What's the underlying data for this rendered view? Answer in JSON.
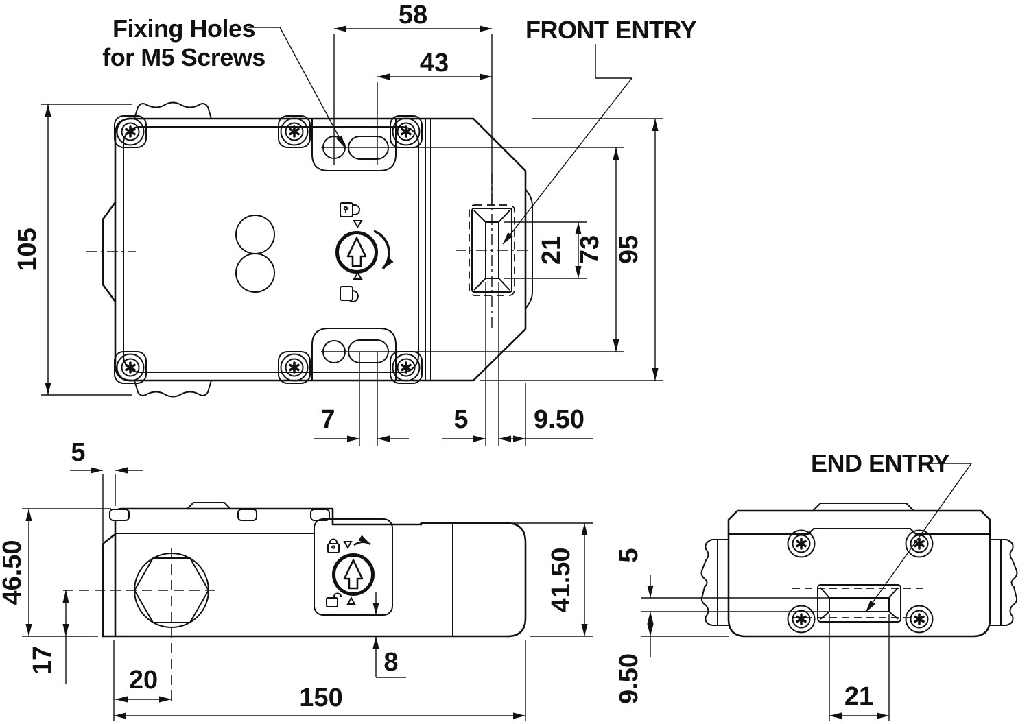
{
  "labels": {
    "fixing_holes": [
      "Fixing Holes",
      "for M5 Screws"
    ],
    "front_entry": "FRONT ENTRY",
    "end_entry": "END ENTRY"
  },
  "top_view": {
    "hole_to_slot": "58",
    "slot_to_slot": "43",
    "overall_height": "105",
    "entry_slot_height": "21",
    "hole_centres_span": "73",
    "body_height": "95",
    "fixing_slot_length": "7",
    "entry_slot_width": "5",
    "slot_to_edge": "9.50"
  },
  "front_view": {
    "boss_protrusion": "5",
    "body_height": "46.50",
    "conduit_to_base": "17",
    "conduit_inset": "20",
    "panel_to_base": "8",
    "overall_length": "150",
    "head_height": "41.50"
  },
  "end_view": {
    "slot_height": "5",
    "slot_to_base": "9.50",
    "slot_width": "21"
  },
  "colors": {
    "line": "#111111",
    "background": "#ffffff"
  }
}
